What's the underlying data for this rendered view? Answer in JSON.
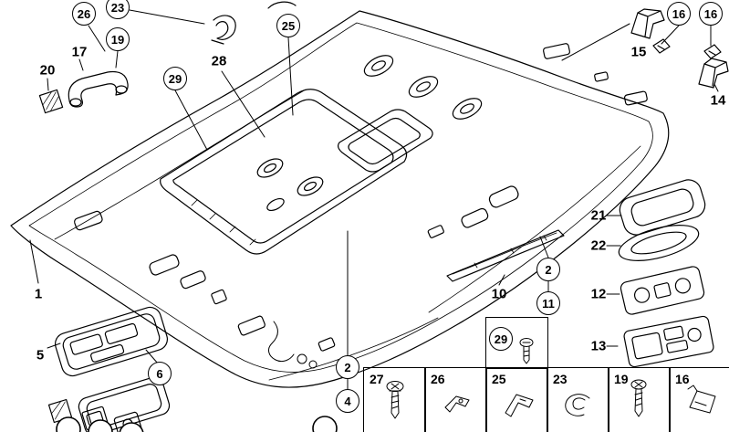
{
  "diagram": {
    "type": "exploded-parts-diagram",
    "subject": "Roof trim panel / headlining with sliding roof",
    "colors": {
      "background": "#ffffff",
      "line": "#000000"
    },
    "callouts_circled": [
      {
        "label": "26"
      },
      {
        "label": "23"
      },
      {
        "label": "19"
      },
      {
        "label": "29"
      },
      {
        "label": "25"
      },
      {
        "label": "16"
      },
      {
        "label": "16"
      },
      {
        "label": "2"
      },
      {
        "label": "11"
      },
      {
        "label": "29"
      },
      {
        "label": "2"
      },
      {
        "label": "4"
      },
      {
        "label": "6"
      }
    ],
    "callouts_plain": [
      {
        "label": "20"
      },
      {
        "label": "17"
      },
      {
        "label": "28"
      },
      {
        "label": "15"
      },
      {
        "label": "14"
      },
      {
        "label": "21"
      },
      {
        "label": "22"
      },
      {
        "label": "12"
      },
      {
        "label": "13"
      },
      {
        "label": "10"
      },
      {
        "label": "1"
      },
      {
        "label": "5"
      }
    ],
    "legend_cells": [
      {
        "label": "27",
        "part": "countersunk-screw"
      },
      {
        "label": "26",
        "part": "flat-clip"
      },
      {
        "label": "25",
        "part": "angle-clip"
      },
      {
        "label": "23",
        "part": "c-clip"
      },
      {
        "label": "19",
        "part": "screw"
      },
      {
        "label": "16",
        "part": "square-clip"
      }
    ],
    "screw_box_part": "small-screw"
  }
}
